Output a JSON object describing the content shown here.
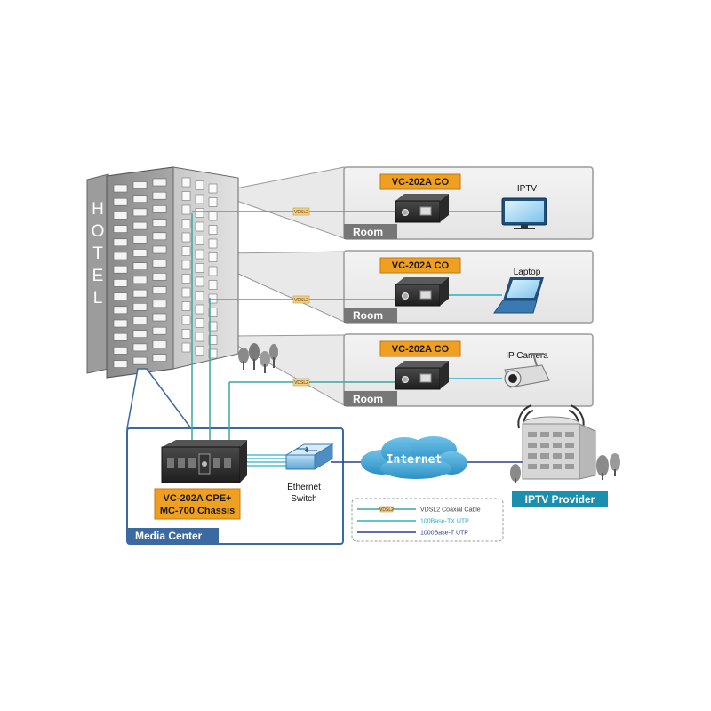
{
  "hotel": {
    "letters": [
      "H",
      "O",
      "T",
      "E",
      "L"
    ]
  },
  "rooms": [
    {
      "device_label": "VC-202A CO",
      "room_label": "Room",
      "endpoint": "IPTV",
      "endpoint_icon": "tv-icon",
      "cable_tag": "VDSL2"
    },
    {
      "device_label": "VC-202A CO",
      "room_label": "Room",
      "endpoint": "Laptop",
      "endpoint_icon": "laptop-icon",
      "cable_tag": "VDSL2"
    },
    {
      "device_label": "VC-202A CO",
      "room_label": "Room",
      "endpoint": "IP Camera",
      "endpoint_icon": "camera-icon",
      "cable_tag": "VDSL2"
    }
  ],
  "media_center": {
    "title": "Media Center",
    "chassis_line1": "VC-202A CPE+",
    "chassis_line2": "MC-700 Chassis",
    "switch_line1": "Ethernet",
    "switch_line2": "Switch"
  },
  "internet": {
    "label": "Internet"
  },
  "provider": {
    "label": "IPTV Provider"
  },
  "legend": [
    {
      "label": "VDSL2 Coaxial Cable",
      "tag": "VDSL2",
      "color": "#3aa89a"
    },
    {
      "label": "100Base-TX UTP",
      "color": "#2ab0cc"
    },
    {
      "label": "1000Base-T UTP",
      "color": "#2a3f8f"
    }
  ],
  "colors": {
    "accent_orange": "#f0a020",
    "room_tag_gray": "#777777",
    "provider_blue": "#1a8fb0",
    "media_blue": "#3a6aa0",
    "coax_teal": "#3aa89a",
    "utp_cyan": "#2ab0cc",
    "gigabit_navy": "#2a3f8f"
  }
}
